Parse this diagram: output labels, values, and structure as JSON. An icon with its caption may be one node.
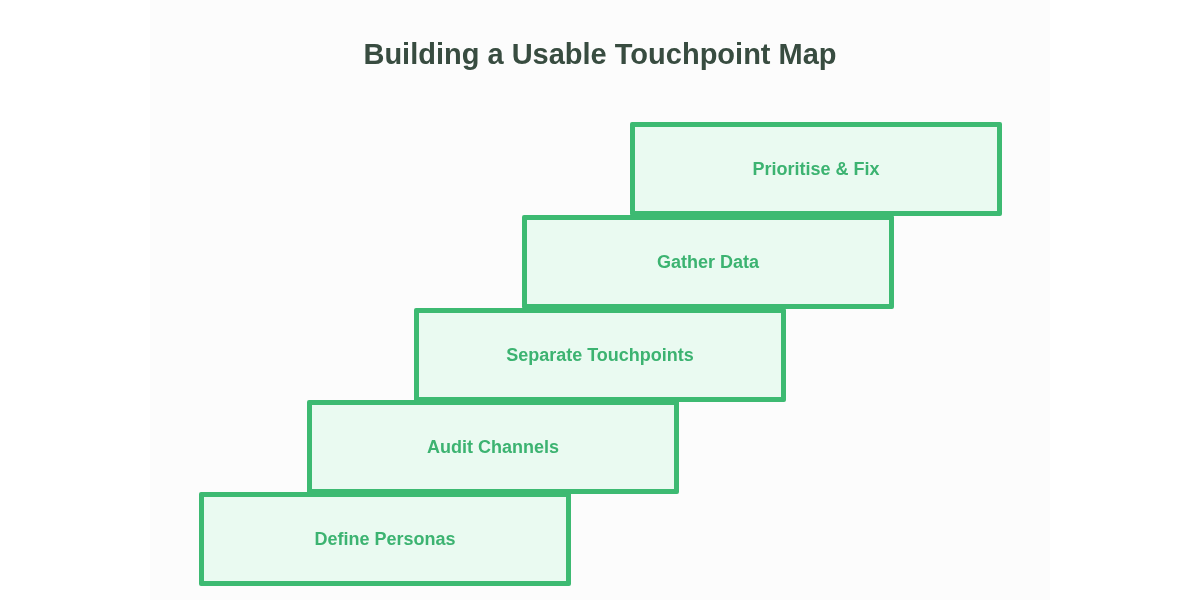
{
  "diagram": {
    "title": "Building a Usable Touchpoint Map",
    "nodes": [
      {
        "text": [
          "Define Personas"
        ]
      },
      {
        "text": [
          "Audit Channels"
        ]
      },
      {
        "text": [
          "Separate Touchpoints"
        ]
      },
      {
        "text": [
          "Gather Data"
        ]
      },
      {
        "text": [
          "Prioritise & Fix"
        ]
      }
    ],
    "edges": []
  }
}
